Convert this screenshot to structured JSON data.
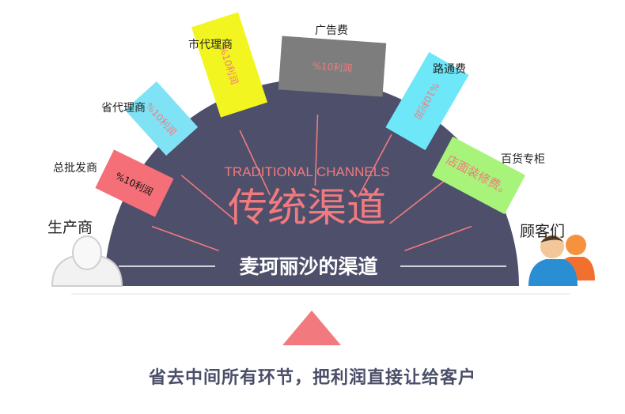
{
  "center": {
    "heading_en": "TRADITIONAL CHANNELS",
    "heading_cn": "传统渠道",
    "subtitle": "麦珂丽沙的渠道"
  },
  "ends": {
    "producer": "生产商",
    "customers": "顾客们"
  },
  "segments": [
    {
      "label": "总批发商",
      "text": "%10利润",
      "color": "#f46f77"
    },
    {
      "label": "省代理商",
      "text": "%10利润",
      "color": "#7fe3f5"
    },
    {
      "label": "市代理商",
      "text": "%10利润",
      "color": "#f3f521"
    },
    {
      "label": "广告费",
      "text": "%10利润",
      "color": "#7d7d7d"
    },
    {
      "label": "路通费",
      "text": "%10利润",
      "color": "#6ee7f8"
    },
    {
      "label": "百货专柜",
      "text": "店面装修费。",
      "color": "#a8f47a"
    }
  ],
  "caption": "省去中间所有环节，把利润直接让给客户",
  "colors": {
    "dome": "#4d4f6b",
    "accent": "#f27a7e",
    "caption": "#4a4e68"
  }
}
